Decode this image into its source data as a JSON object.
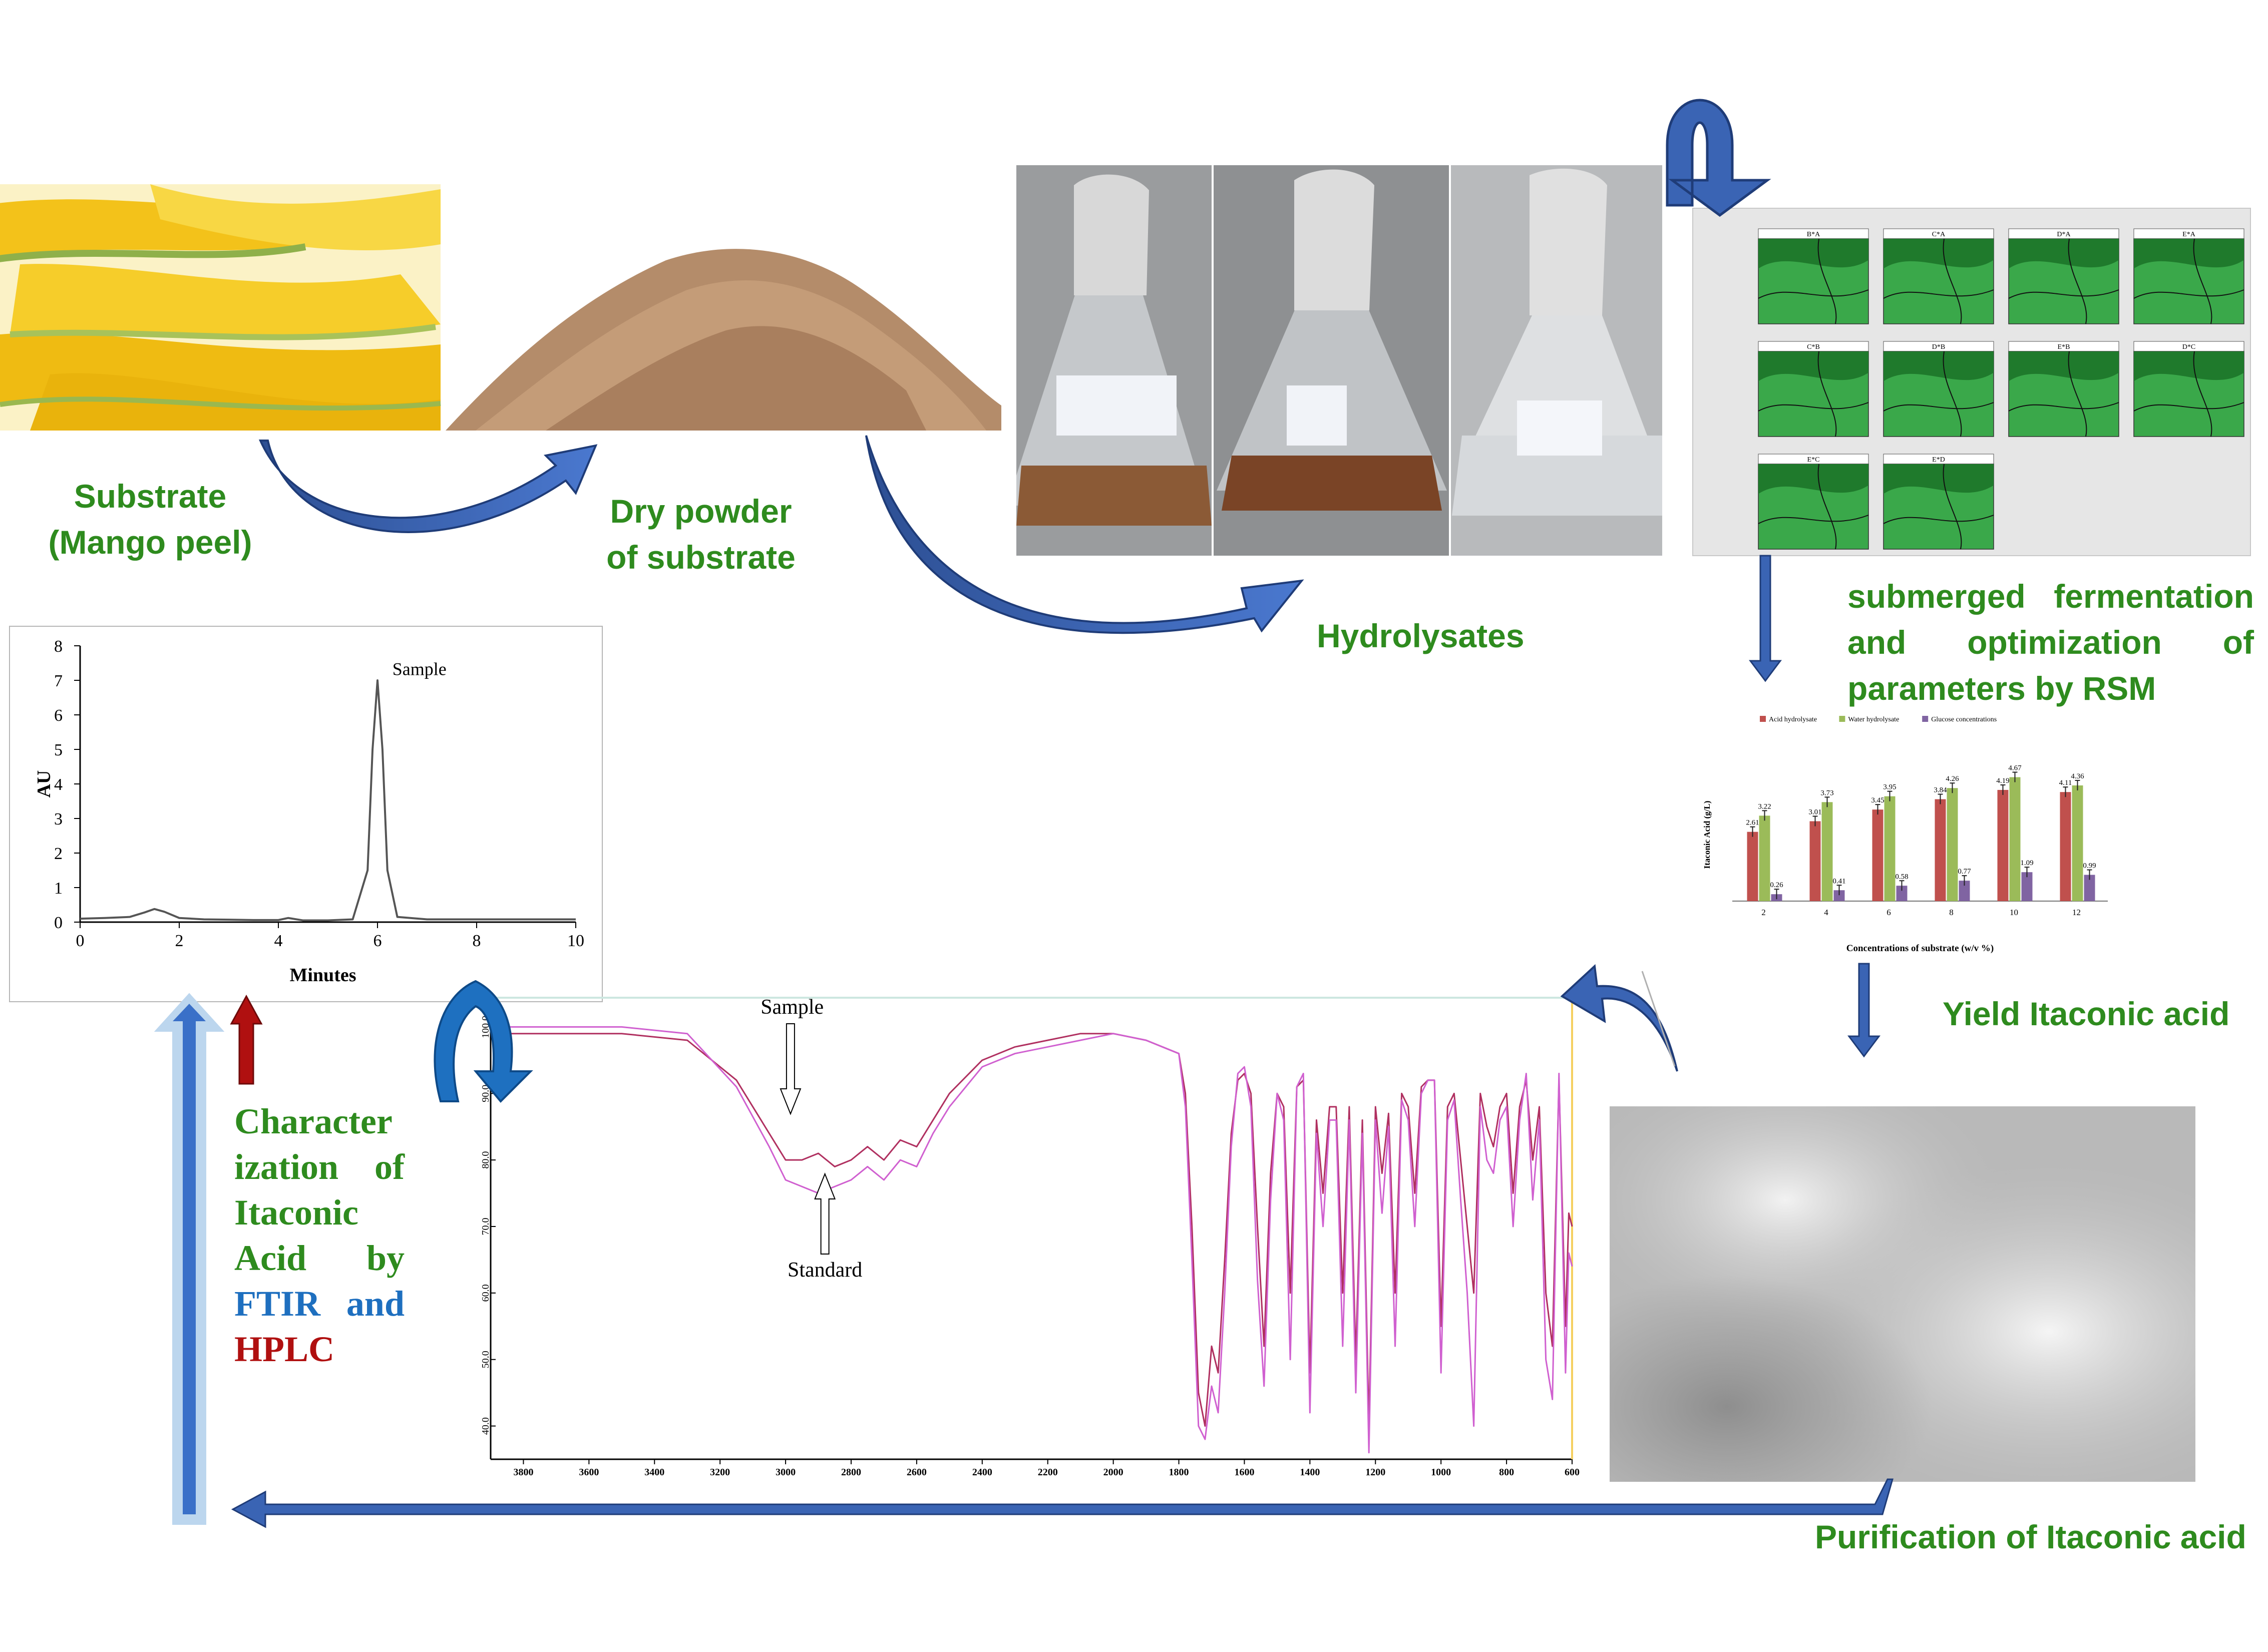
{
  "labels": {
    "substrate_line1": "Substrate",
    "substrate_line2": "(Mango peel)",
    "powder_line1": "Dry powder",
    "powder_line2": "of substrate",
    "hydrolysates": "Hydrolysates",
    "rsm_line1": "submerged fermentation",
    "rsm_line2_a": "and",
    "rsm_line2_b": "optimization",
    "rsm_line2_c": "of",
    "rsm_line3": "parameters by RSM",
    "yield": "Yield Itaconic acid",
    "purification": "Purification of Itaconic acid",
    "char_1": "Character",
    "char_2a": "ization",
    "char_2b": "of",
    "char_3": "Itaconic",
    "char_4a": "Acid",
    "char_4b": "by",
    "char_5a": "FTIR",
    "char_5b": "and",
    "char_6": "HPLC"
  },
  "colors": {
    "label_green": "#2e8b1e",
    "ftir_blue": "#1e6fbf",
    "hplc_red": "#b01010",
    "arrow_blue": "#3a64b4",
    "contour_green": "#2e9a3a"
  },
  "contour_panels": [
    "B*A",
    "C*A",
    "D*A",
    "E*A",
    "C*B",
    "D*B",
    "E*B",
    "D*C",
    "E*C",
    "E*D"
  ],
  "chart_data": [
    {
      "type": "line",
      "xlabel": "Minutes",
      "ylabel": "AU",
      "xlim": [
        0,
        10
      ],
      "ylim": [
        0,
        8
      ],
      "xticks": [
        0,
        2,
        4,
        6,
        8,
        10
      ],
      "yticks": [
        0,
        1,
        2,
        3,
        4,
        5,
        6,
        7,
        8
      ],
      "annotation": "Sample",
      "series": [
        {
          "x": [
            0,
            0.5,
            1.0,
            1.3,
            1.5,
            1.7,
            2.0,
            2.5,
            3.0,
            3.5,
            4.0,
            4.2,
            4.5,
            5.0,
            5.5,
            5.8,
            5.9,
            6.0,
            6.1,
            6.2,
            6.4,
            7.0,
            8.0,
            9.0,
            10.0
          ],
          "values": [
            0.1,
            0.12,
            0.15,
            0.28,
            0.38,
            0.3,
            0.12,
            0.08,
            0.07,
            0.06,
            0.06,
            0.12,
            0.05,
            0.05,
            0.08,
            1.5,
            5.0,
            7.0,
            5.0,
            1.5,
            0.15,
            0.08,
            0.08,
            0.08,
            0.08
          ]
        }
      ]
    },
    {
      "type": "bar",
      "ylabel": "Itaconic Acid (g/L)",
      "xlabel": "Concentrations of substrate (w/v %)",
      "categories": [
        "2",
        "4",
        "6",
        "8",
        "10",
        "12"
      ],
      "ylim": [
        0,
        5
      ],
      "legend": "top",
      "series": [
        {
          "name": "Acid hydrolysate",
          "color": "#c0504d",
          "values": [
            2.61,
            3.01,
            3.45,
            3.84,
            4.19,
            4.11
          ]
        },
        {
          "name": "Water hydrolysate",
          "color": "#9bbb59",
          "values": [
            3.22,
            3.73,
            3.95,
            4.26,
            4.67,
            4.36
          ]
        },
        {
          "name": "Glucose concentrations",
          "color": "#8064a2",
          "values": [
            0.26,
            0.41,
            0.58,
            0.77,
            1.09,
            0.99
          ]
        }
      ]
    },
    {
      "type": "line",
      "xlim": [
        3900,
        600
      ],
      "ylim": [
        35,
        105
      ],
      "xticks": [
        3800,
        3600,
        3400,
        3200,
        3000,
        2800,
        2600,
        2400,
        2200,
        2000,
        1800,
        1600,
        1400,
        1200,
        1000,
        800,
        600
      ],
      "xtick_labels": [
        "3800",
        "3600",
        "3400",
        "3200",
        "3000",
        "2800",
        "2600",
        "2400",
        "2200",
        "2000",
        "1800",
        "1600",
        "1400",
        "1200",
        "1000",
        "800",
        "600"
      ],
      "ytick_labels": [
        "40.0",
        "50.0",
        "60.0",
        "70.0",
        "80.0",
        "90.0",
        "100.0"
      ],
      "annotations": [
        "Sample",
        "Standard"
      ],
      "series": [
        {
          "color": "#b03060",
          "x": [
            3900,
            3500,
            3300,
            3150,
            3050,
            3000,
            2950,
            2900,
            2850,
            2800,
            2750,
            2700,
            2650,
            2600,
            2550,
            2500,
            2400,
            2300,
            2200,
            2100,
            2000,
            1900,
            1800,
            1780,
            1760,
            1740,
            1720,
            1700,
            1680,
            1660,
            1640,
            1620,
            1600,
            1580,
            1560,
            1540,
            1520,
            1500,
            1480,
            1460,
            1440,
            1420,
            1400,
            1380,
            1360,
            1340,
            1320,
            1300,
            1280,
            1260,
            1240,
            1220,
            1200,
            1180,
            1160,
            1140,
            1120,
            1100,
            1080,
            1060,
            1040,
            1020,
            1000,
            980,
            960,
            940,
            920,
            900,
            880,
            860,
            840,
            820,
            800,
            780,
            760,
            740,
            720,
            700,
            680,
            660,
            640,
            620,
            610,
            600
          ],
          "values": [
            99,
            99,
            98,
            92,
            84,
            80,
            80,
            81,
            79,
            80,
            82,
            80,
            83,
            82,
            86,
            90,
            95,
            97,
            98,
            99,
            99,
            98,
            96,
            90,
            70,
            45,
            40,
            52,
            48,
            65,
            84,
            92,
            93,
            90,
            70,
            52,
            78,
            90,
            88,
            60,
            91,
            92,
            48,
            86,
            75,
            88,
            88,
            60,
            88,
            50,
            86,
            40,
            88,
            78,
            87,
            60,
            90,
            88,
            75,
            91,
            92,
            92,
            55,
            88,
            90,
            80,
            70,
            60,
            90,
            85,
            82,
            88,
            90,
            75,
            88,
            92,
            80,
            88,
            60,
            52,
            92,
            55,
            72,
            70
          ]
        },
        {
          "color": "#d060d0",
          "x": [
            3900,
            3500,
            3300,
            3150,
            3050,
            3000,
            2950,
            2900,
            2850,
            2800,
            2750,
            2700,
            2650,
            2600,
            2550,
            2500,
            2400,
            2300,
            2200,
            2100,
            2000,
            1900,
            1800,
            1780,
            1760,
            1740,
            1720,
            1700,
            1680,
            1660,
            1640,
            1620,
            1600,
            1580,
            1560,
            1540,
            1520,
            1500,
            1480,
            1460,
            1440,
            1420,
            1400,
            1380,
            1360,
            1340,
            1320,
            1300,
            1280,
            1260,
            1240,
            1220,
            1200,
            1180,
            1160,
            1140,
            1120,
            1100,
            1080,
            1060,
            1040,
            1020,
            1000,
            980,
            960,
            940,
            920,
            900,
            880,
            860,
            840,
            820,
            800,
            780,
            760,
            740,
            720,
            700,
            680,
            660,
            640,
            620,
            610,
            600
          ],
          "values": [
            100,
            100,
            99,
            91,
            82,
            77,
            76,
            75,
            76,
            77,
            79,
            77,
            80,
            79,
            84,
            88,
            94,
            96,
            97,
            98,
            99,
            98,
            96,
            88,
            65,
            40,
            38,
            46,
            42,
            60,
            82,
            93,
            94,
            88,
            62,
            46,
            74,
            90,
            86,
            50,
            91,
            93,
            42,
            84,
            70,
            86,
            86,
            52,
            86,
            45,
            84,
            36,
            86,
            72,
            85,
            52,
            89,
            86,
            70,
            90,
            92,
            92,
            48,
            86,
            89,
            74,
            60,
            40,
            88,
            80,
            78,
            86,
            88,
            70,
            86,
            93,
            74,
            86,
            50,
            44,
            93,
            48,
            66,
            64
          ]
        }
      ]
    }
  ]
}
